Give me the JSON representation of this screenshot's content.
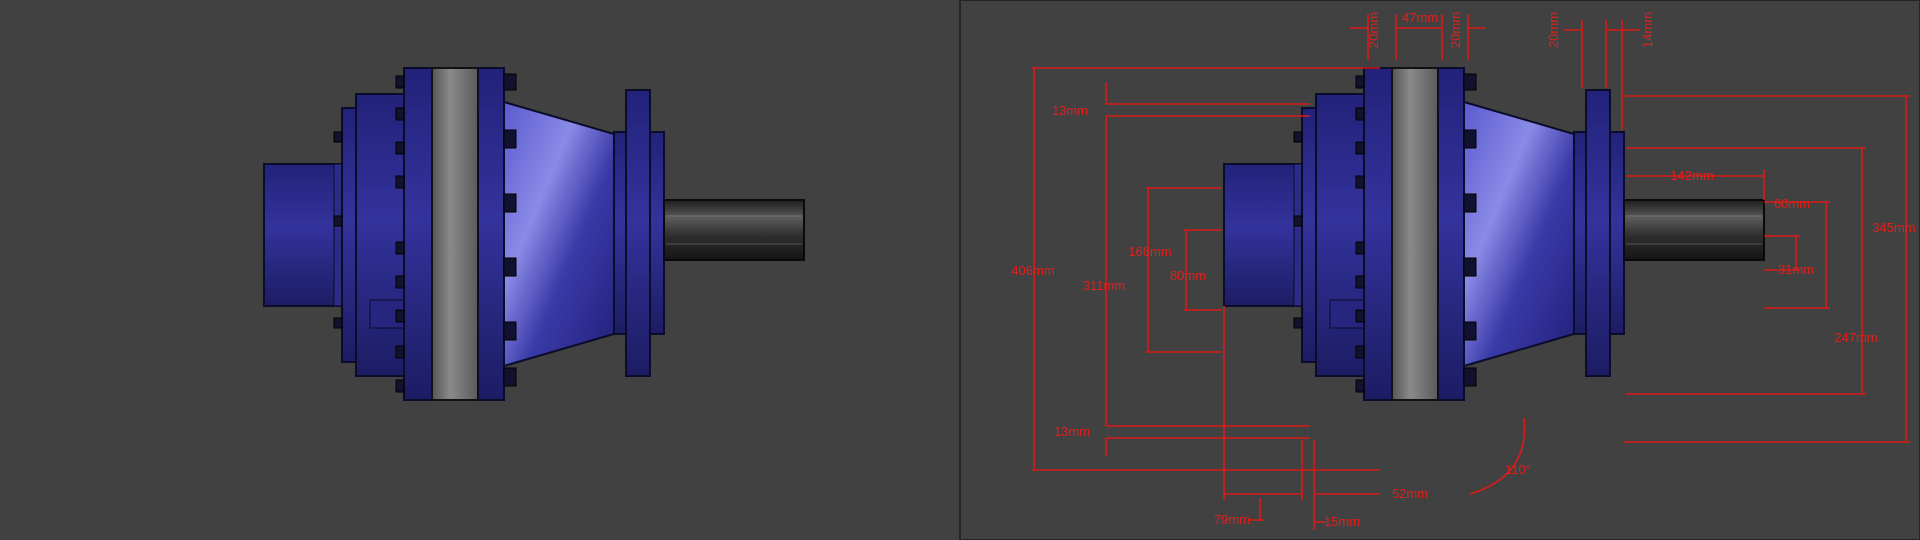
{
  "colors": {
    "background": "#414141",
    "panel_border": "#2a2a2a",
    "housing_blue": "#2a2a8c",
    "ring_gray": "#6f6f6f",
    "shaft_dark": "#2e2e2e",
    "dimension_red": "#e0201c"
  },
  "dimensions": {
    "d_20mm_a": "20mm",
    "d_47mm": "47mm",
    "d_20mm_b": "20mm",
    "d_20mm_c": "20mm",
    "d_14mm": "14mm",
    "d_13mm_top": "13mm",
    "d_406mm": "406mm",
    "d_311mm": "311mm",
    "d_166mm": "166mm",
    "d_80mm": "80mm",
    "d_13mm_bottom": "13mm",
    "d_142mm": "142mm",
    "d_60mm": "60mm",
    "d_31mm": "31mm",
    "d_345mm": "345mm",
    "d_247mm": "247mm",
    "d_110deg": "110°",
    "d_52mm": "52mm",
    "d_79mm": "79mm",
    "d_15mm": "15mm"
  }
}
